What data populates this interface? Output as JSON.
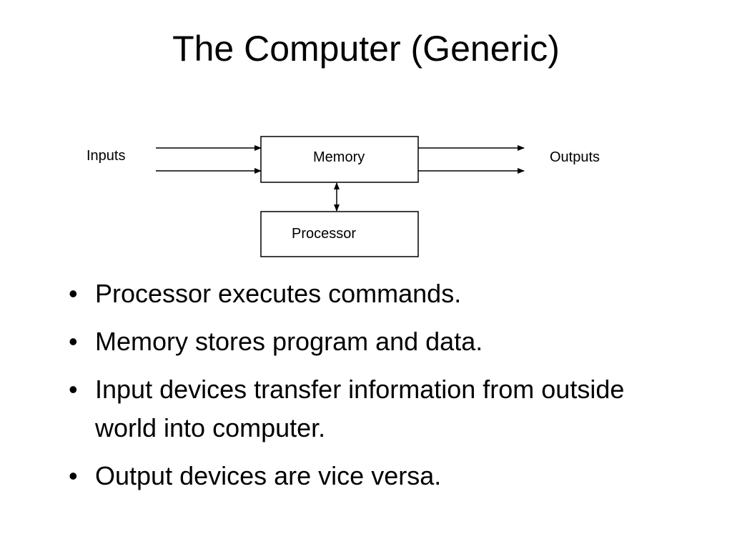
{
  "slide": {
    "title": "The Computer (Generic)"
  },
  "diagram": {
    "input_label": "Inputs",
    "output_label": "Outputs",
    "memory_label": "Memory",
    "processor_label": "Processor"
  },
  "bullets": [
    {
      "marker": "•",
      "text": "Processor executes commands."
    },
    {
      "marker": "•",
      "text": "Memory stores program and data."
    },
    {
      "marker": "•",
      "text": "Input devices transfer information from outside world into computer."
    },
    {
      "marker": "•",
      "text": "Output devices are vice versa."
    }
  ]
}
